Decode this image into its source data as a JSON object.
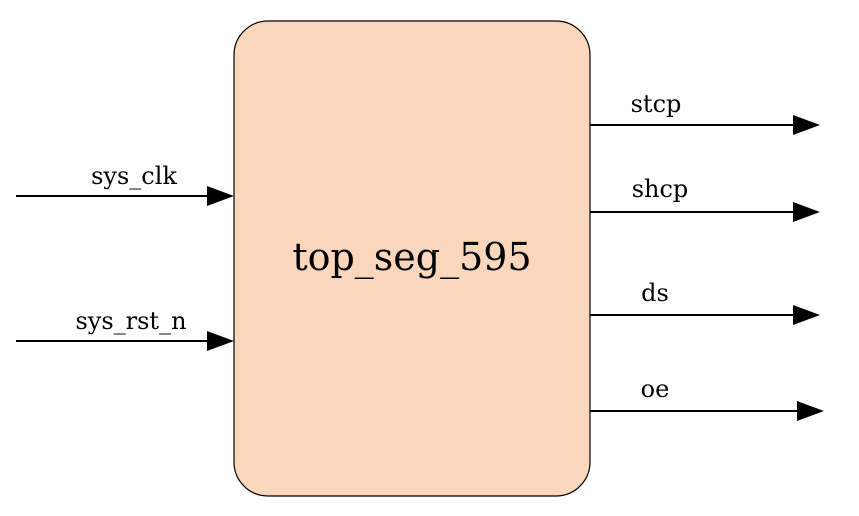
{
  "module": {
    "name": "top_seg_595",
    "fill_color": "#FAD7BB",
    "border_color": "#000000"
  },
  "inputs": [
    {
      "label": "sys_clk"
    },
    {
      "label": "sys_rst_n"
    }
  ],
  "outputs": [
    {
      "label": "stcp"
    },
    {
      "label": "shcp"
    },
    {
      "label": "ds"
    },
    {
      "label": "oe"
    }
  ]
}
